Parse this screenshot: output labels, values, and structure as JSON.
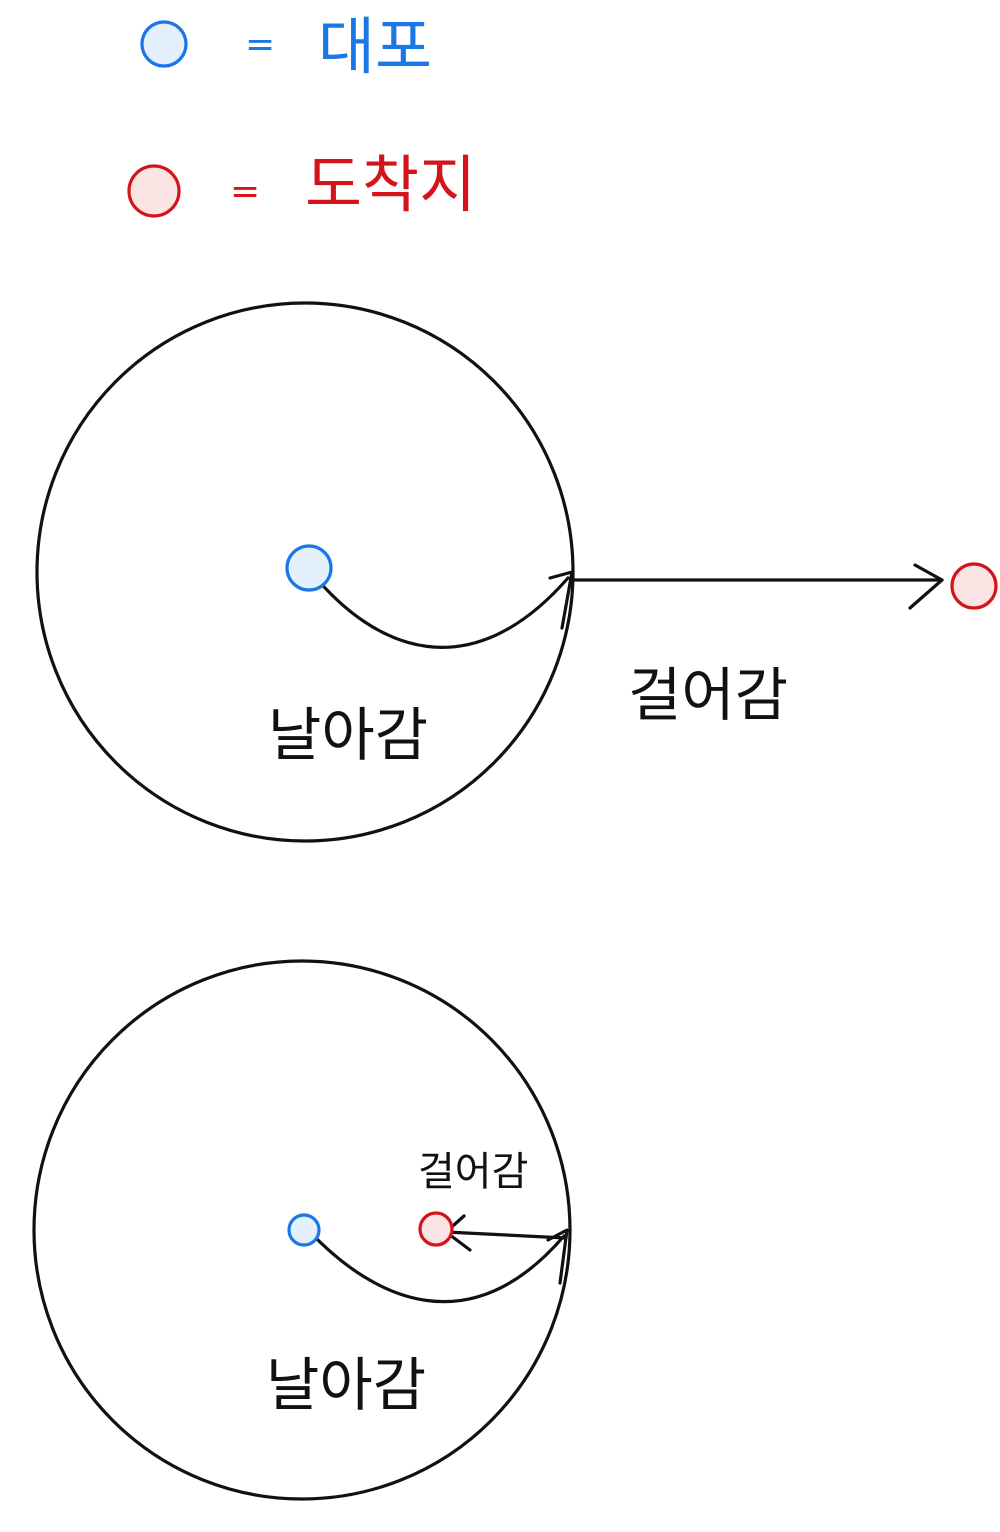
{
  "colors": {
    "ink": "#111111",
    "blue_stroke": "#1a78e6",
    "blue_fill": "#e4f0fc",
    "red_stroke": "#d4141a",
    "red_fill": "#fbe4e4"
  },
  "legend": {
    "items": [
      {
        "marker": "blue-dot-icon",
        "separator": "=",
        "label": "대포"
      },
      {
        "marker": "red-dot-icon",
        "separator": "=",
        "label": "도착지"
      }
    ]
  },
  "scenario_top": {
    "inner_label": "날아감",
    "outer_label": "걸어감"
  },
  "scenario_bottom": {
    "inner_label": "날아감",
    "walk_label": "걸어감"
  }
}
